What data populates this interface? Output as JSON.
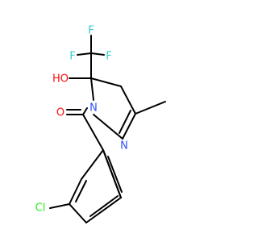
{
  "colors": {
    "carbon_bond": "#000000",
    "fluorine": "#33cccc",
    "oxygen": "#ff0d0d",
    "nitrogen": "#3050f8",
    "chlorine": "#1ff01f",
    "background": "#ffffff"
  },
  "labels": {
    "f_top": "F",
    "f_left": "F",
    "f_right": "F",
    "ho": "HO",
    "n1": "N",
    "n2": "N",
    "o": "O",
    "cl": "Cl"
  }
}
